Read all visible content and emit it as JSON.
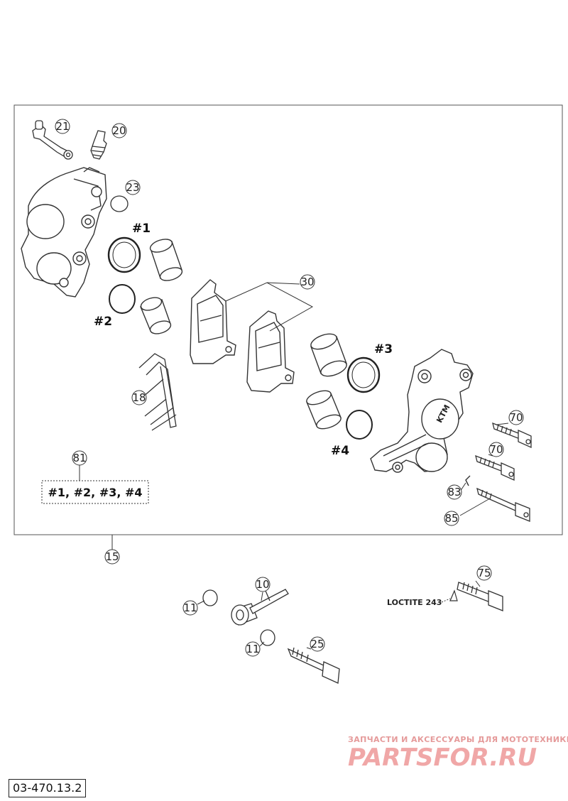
{
  "diagram": {
    "callouts": {
      "c21": "21",
      "c20": "20",
      "c23": "23",
      "c30": "30",
      "c18": "18",
      "c81": "81",
      "c70a": "70",
      "c70b": "70",
      "c83": "83",
      "c85": "85",
      "c15": "15",
      "c10": "10",
      "c11a": "11",
      "c11b": "11",
      "c25": "25",
      "c75": "75"
    },
    "seal_marks": {
      "m1": "#1",
      "m2": "#2",
      "m3": "#3",
      "m4": "#4"
    },
    "kit_label": "#1, #2, #3, #4",
    "note": "LOCTITE 243",
    "caliper_logo": "KTM"
  },
  "watermark": {
    "tagline": "ЗАПЧАСТИ И АКСЕССУАРЫ ДЛЯ МОТОТЕХНИКИ",
    "brand": "PARTSFOR.RU"
  },
  "footer": {
    "code": "03-470.13.2"
  }
}
